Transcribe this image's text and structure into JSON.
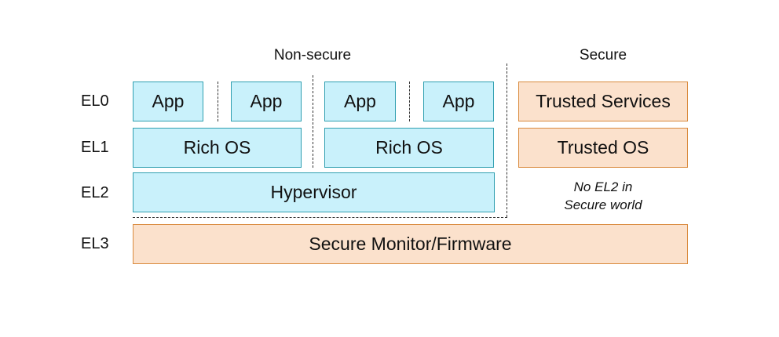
{
  "headings": {
    "non_secure": "Non-secure",
    "secure": "Secure"
  },
  "levels": [
    "EL0",
    "EL1",
    "EL2",
    "EL3"
  ],
  "non_secure": {
    "apps": [
      "App",
      "App",
      "App",
      "App"
    ],
    "rich_os": [
      "Rich OS",
      "Rich OS"
    ],
    "hypervisor": "Hypervisor"
  },
  "secure": {
    "trusted_services": "Trusted Services",
    "trusted_os": "Trusted OS",
    "no_el2_line1": "No EL2 in",
    "no_el2_line2": "Secure world"
  },
  "el3": "Secure Monitor/Firmware",
  "colors": {
    "non_secure_fill": "#c9f1fb",
    "non_secure_border": "#2f9fb0",
    "secure_fill": "#fbe1cc",
    "secure_border": "#d98a3d"
  }
}
